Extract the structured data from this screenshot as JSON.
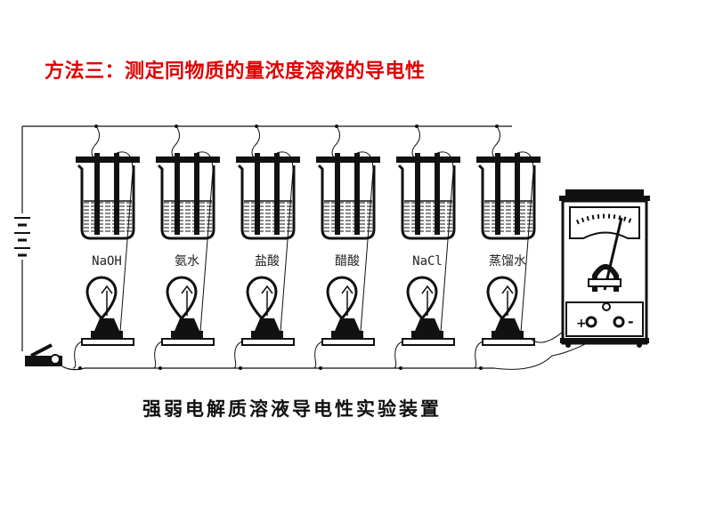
{
  "title": "方法三：测定同物质的量浓度溶液的导电性",
  "solutions": [
    "NaOH",
    "氨水",
    "盐酸",
    "醋酸",
    "NaCl",
    "蒸馏水"
  ],
  "caption": "强弱电解质溶液导电性实验装置",
  "meter": {
    "plus": "+",
    "minus": "-"
  },
  "colors": {
    "title": "#e00000",
    "ink": "#111111"
  }
}
